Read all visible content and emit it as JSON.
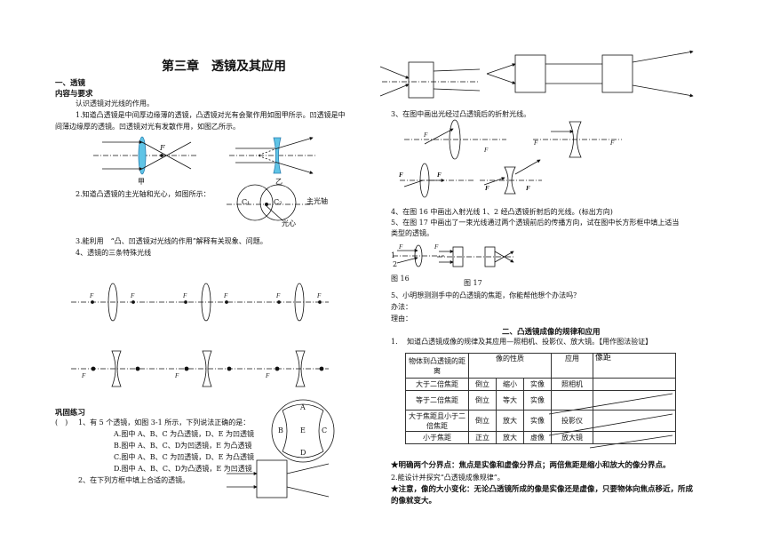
{
  "left": {
    "title": "第三章　透镜及其应用",
    "section1": "一、透镜",
    "content_req": "内容与要求",
    "p_intro": "认识透镜对光线的作用。",
    "p1_line1": "1.知道凸透镜是中间厚边缘薄的透镜，凸透镜对光有会聚作用如图甲所示。凹透镜是中",
    "p1_line2": "间薄边缘厚的透镜。凹透镜对光有发散作用，如图乙所示。",
    "label_F": "F",
    "fig_jia": "甲",
    "fig_yi": "乙",
    "p2": "2.知道凸透镜的主光轴和光心，如图所示：",
    "label_c1": "C₁",
    "label_c2": "C₂",
    "label_axis": "主光轴",
    "label_center": "光心",
    "p3": "3.能利用　“凸、凹透镜对光线的作用”解释有关现象、问题。",
    "p4": "4、透镜的三条特殊光线",
    "practice": "巩固练习",
    "q1_prefix": "(　)",
    "q1": "1、有 5 个透镜，如图 3-1 所示，下列说法正确的是：",
    "opt_a": "A.图中 A、B、C 为凸透镜，D、E 为凹透镜",
    "opt_b": "B.图中 A、B、C、D为凹透镜，E 为凸透镜",
    "opt_c": "C.图中 A、B、C 为凹透镜，D、E 为凸透镜",
    "opt_d": "D.图中 A、B、C、D为凸透镜，E 为凹透镜",
    "q2": "2、在下列方框中填上合适的透镜。",
    "lens_A": "A",
    "lens_B": "B",
    "lens_C": "C",
    "lens_D": "D",
    "lens_E": "E"
  },
  "right": {
    "q3": "3、在图中画出光经过凸透镜后的折射光线。",
    "q4": "4、在图 16 中画出入射光线 1、2 经凸透镜折射后的光线。(标出方向)",
    "q5_line1": "5、在图 17 中画出了一束光线通过两个透镜前后的传播方向，试在图中长方形框中填上适当",
    "q5_line2": "类型的透镜。",
    "fig16": "图 16",
    "fig17": "图 17",
    "ray1": "1",
    "ray2": "2",
    "q6": "5、小明想测测手中的凸透镜的焦距，你能帮他想个办法吗？",
    "method": "办法：",
    "reason": "理由：",
    "section2": "二、凸透镜成像的规律和应用",
    "s2_item1": "1.　 知道凸透镜成像的规律及其应用—照相机、投影仪、放大镜。【用作图法验证】",
    "table": {
      "h_object": "物体到凸透镜的距离",
      "h_image": "像的性质",
      "h_use": "应用",
      "h_distance": "像距",
      "rows": [
        {
          "dist": "大于二倍焦距",
          "c1": "倒立",
          "c2": "缩小",
          "c3": "实像",
          "use": "照相机"
        },
        {
          "dist": "等于二倍焦距",
          "c1": "倒立",
          "c2": "等大",
          "c3": "实像",
          "use": ""
        },
        {
          "dist": "大于焦距且小于二倍焦距",
          "c1": "倒立",
          "c2": "放大",
          "c3": "实像",
          "use": "投影仪"
        },
        {
          "dist": "小于焦距",
          "c1": "正立",
          "c2": "放大",
          "c3": "虚像",
          "use": "放大镜"
        }
      ]
    },
    "star1": "★明确两个分界点：焦点是实像和虚像分界点；两倍焦距是缩小和放大的像分界点。",
    "item2": "2.能设计并探究“凸透镜成像规律”。",
    "star2_line1": "★注意，像的大小变化：无论凸透镜所成的像是实像还是虚像，只要物体向焦点移近，所成",
    "star2_line2": "的像就变大。"
  }
}
